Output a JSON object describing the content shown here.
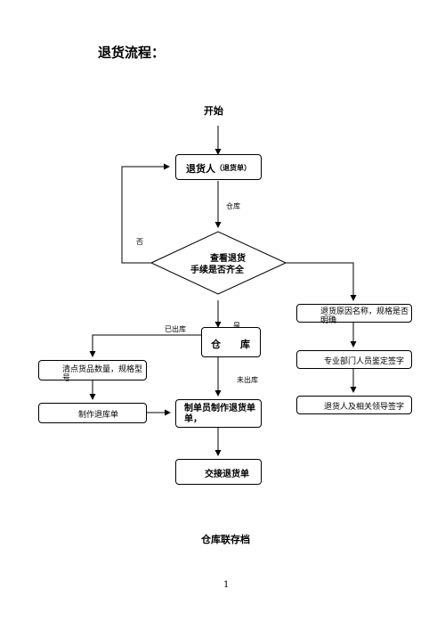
{
  "title": "退货流程：",
  "start": "开始",
  "returner_box": {
    "main": "退货人",
    "sub": "（退货单）"
  },
  "edge_warehouse": "仓库",
  "edge_no": "否",
  "decision": {
    "line1": "查看退货",
    "line2": "手续是否齐全"
  },
  "edge_yes": "是",
  "edge_shipped": "已出库",
  "edge_not_shipped": "未出库",
  "warehouse_box": "仓　　库",
  "count_box": "清点货品数量，规格型号",
  "make_return_box": "制作退库单",
  "clerk_box": "制单员制作退货单单，",
  "handover_box": "交接退货单",
  "reason_box": "退货原因名称，规格是否明确",
  "dept_box": "专业部门人员鉴定签字",
  "leader_box": "退货人及相关领导签字",
  "footer": "仓库联存档",
  "page_number": "1"
}
